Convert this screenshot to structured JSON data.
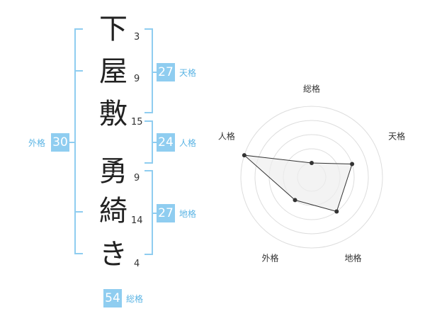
{
  "surname": [
    {
      "char": "下",
      "strokes": "3"
    },
    {
      "char": "屋",
      "strokes": "9"
    },
    {
      "char": "敷",
      "strokes": "15"
    }
  ],
  "given": [
    {
      "char": "勇",
      "strokes": "9"
    },
    {
      "char": "綺",
      "strokes": "14"
    },
    {
      "char": "き",
      "strokes": "4"
    }
  ],
  "kakusu": {
    "tenkaku": {
      "value": "27",
      "label": "天格"
    },
    "jinkaku": {
      "value": "24",
      "label": "人格"
    },
    "chikaku": {
      "value": "27",
      "label": "地格"
    },
    "gaikaku": {
      "value": "30",
      "label": "外格"
    },
    "soukaku": {
      "value": "54",
      "label": "総格"
    }
  },
  "radar": {
    "axes": [
      "総格",
      "天格",
      "地格",
      "外格",
      "人格"
    ],
    "values": [
      1,
      3,
      3,
      2,
      5
    ],
    "max": 5,
    "fill_color": "#eeeeee",
    "line_color": "#333333",
    "point_color": "#333333",
    "grid_color": "#dddddd"
  },
  "colors": {
    "accent": "#8fcdf0",
    "label": "#5bb4e4"
  }
}
